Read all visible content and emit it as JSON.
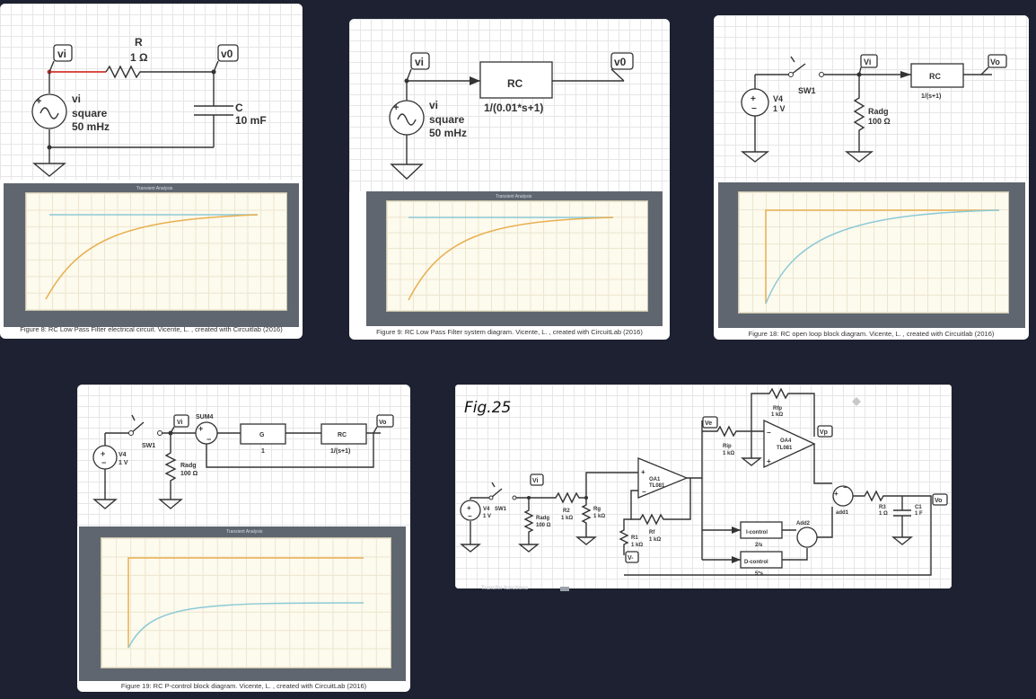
{
  "fig8": {
    "vi_tag": "vi",
    "v0_tag": "v0",
    "r_name": "R",
    "r_value": "1 Ω",
    "c_name": "C",
    "c_value": "10 mF",
    "src_name": "vi",
    "src_type": "square",
    "src_freq": "50 mHz",
    "plot_title": "Transient Analysis",
    "caption": "Figure 8: RC Low Pass Filter electrical circuit. Vicente, L. , created with Circuitlab (2016)"
  },
  "fig9": {
    "vi_tag": "vi",
    "v0_tag": "v0",
    "block_name": "RC",
    "block_tf": "1/(0.01*s+1)",
    "src_name": "vi",
    "src_type": "square",
    "src_freq": "50 mHz",
    "plot_title": "Transient Analysis",
    "caption": "Figure 9: RC Low Pass Filter system diagram. Vicente, L. , created with CircuitLab (2016)"
  },
  "fig18": {
    "sw": "SW1",
    "vi_tag": "Vi",
    "vo_tag": "Vo",
    "block_name": "RC",
    "block_tf": "1/(s+1)",
    "src_name": "V4",
    "src_value": "1 V",
    "radg_name": "Radg",
    "radg_value": "100 Ω",
    "caption": "Figure 18: RC open loop block diagram. Vicente, L. , created with Circuitlab (2016)"
  },
  "fig19": {
    "sw": "SW1",
    "vi_tag": "Vi",
    "vo_tag": "Vo",
    "sum": "SUM4",
    "g_name": "G",
    "g_value": "1",
    "block_name": "RC",
    "block_tf": "1/(s+1)",
    "src_name": "V4",
    "src_value": "1 V",
    "radg_name": "Radg",
    "radg_value": "100 Ω",
    "plot_title": "Transient Analysis",
    "caption": "Figure 19: RC P-control block diagram. Vicente, L. , created with CircuitLab (2016)"
  },
  "fig25": {
    "label": "Fig.25",
    "sw": "SW1",
    "vi_tag": "Vi",
    "ve_tag": "Ve",
    "vp_tag": "Vp",
    "vo_tag": "Vo",
    "vminus_tag": "V-",
    "src_name": "V4",
    "src_value": "1 V",
    "radg_name": "Radg",
    "radg_value": "100 Ω",
    "r2_name": "R2",
    "r2_value": "1 kΩ",
    "rg_name": "Rg",
    "rg_value": "1 kΩ",
    "oa1_name": "OA1",
    "oa1_part": "TL081",
    "rf_name": "Rf",
    "rf_value": "1 kΩ",
    "r1_name": "R1",
    "r1_value": "1 kΩ",
    "rip_name": "Rip",
    "rip_value": "1 kΩ",
    "rfp_name": "Rfp",
    "rfp_value": "1 kΩ",
    "oa4_name": "OA4",
    "oa4_part": "TL081",
    "icontrol_name": "I-control",
    "icontrol_tf": "2/s",
    "dcontrol_name": "D-control",
    "dcontrol_tf": "5*s",
    "add2": "Add2",
    "add1": "add1",
    "r3_name": "R3",
    "r3_value": "1 Ω",
    "c1_name": "C1",
    "c1_value": "1 F",
    "stray_text": "Transfer functions"
  },
  "colors": {
    "background": "#1d2131",
    "orange_trace": "#e8b050",
    "blue_trace": "#8ccad6",
    "red_wire": "#d6342d"
  }
}
